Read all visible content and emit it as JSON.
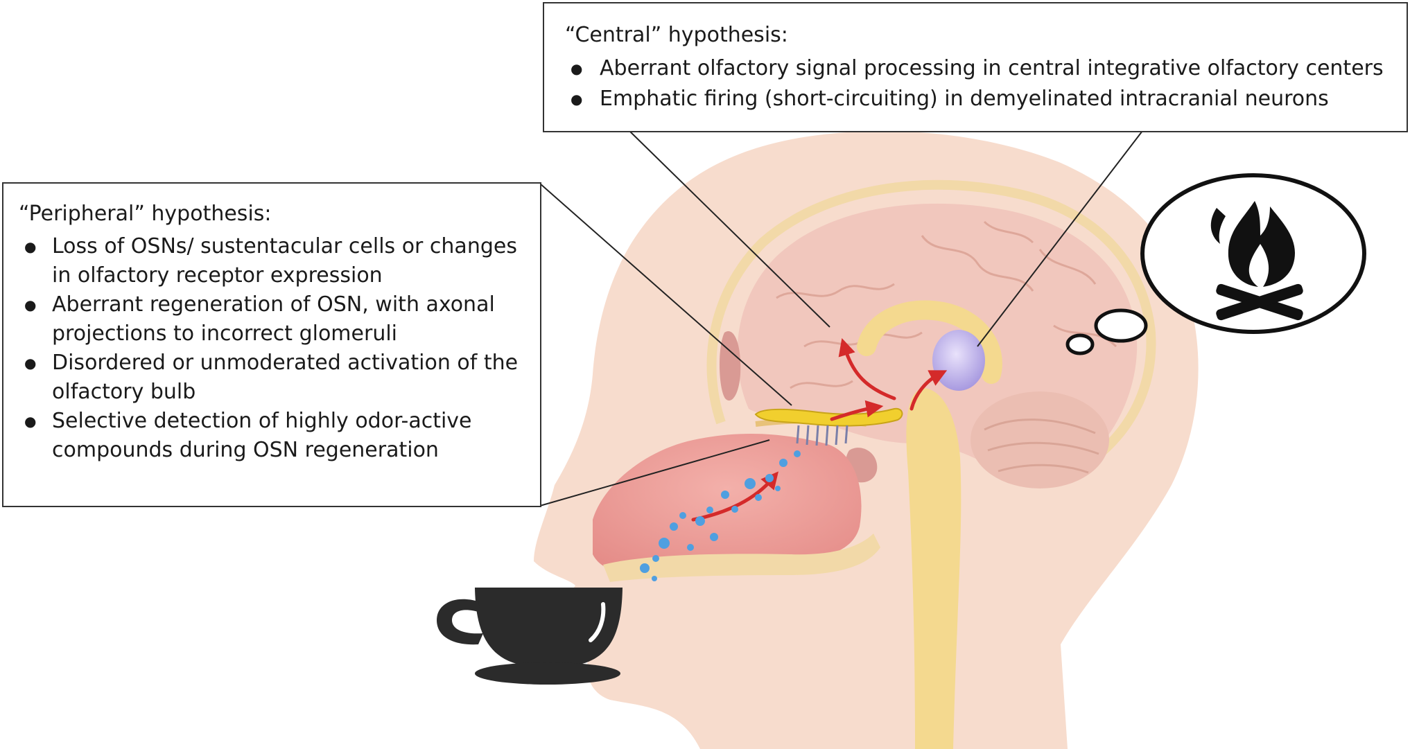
{
  "central": {
    "title": "“Central” hypothesis:",
    "items": [
      "Aberrant olfactory signal processing in central integrative olfactory centers",
      "Emphatic firing (short-circuiting) in demyelinated intracranial neurons"
    ]
  },
  "peripheral": {
    "title": "“Peripheral” hypothesis:",
    "items": [
      "Loss of OSNs/ sustentacular cells or changes in olfactory receptor expression",
      "Aberrant regeneration of OSN, with axonal projections to incorrect glomeruli",
      "Disordered or unmoderated activation of the olfactory bulb",
      "Selective detection of highly odor-active compounds during OSN regeneration"
    ]
  },
  "colors": {
    "skin": "#f7dccd",
    "brain": "#f1c7bd",
    "nasal_cavity": "#ec9c98",
    "olfactory_bulb": "#f1cf2e",
    "arrow": "#d42a2a",
    "odor_droplet": "#4f9fe0",
    "icon_dark": "#2b2b2b"
  },
  "icons": [
    "campfire-icon",
    "coffee-cup-icon",
    "thought-bubble-icon",
    "odor-droplets-icon"
  ]
}
